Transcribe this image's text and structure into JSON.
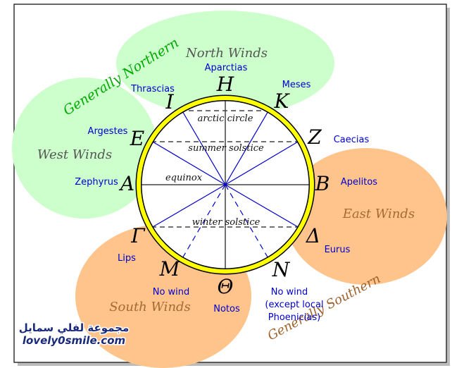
{
  "regions": {
    "north": "North Winds",
    "west": "West Winds",
    "east": "East Winds",
    "south": "South Winds",
    "generally_northern": "Generally Northern",
    "generally_southern": "Generally Southern"
  },
  "circle_lines": {
    "arctic": "arctic circle",
    "summer": "summer solstice",
    "equinox": "equinox",
    "winter": "winter solstice"
  },
  "letters": {
    "H": "H",
    "I": "I",
    "K": "K",
    "E": "E",
    "Z": "Z",
    "A": "A",
    "B": "B",
    "Gamma": "Γ",
    "Delta": "Δ",
    "M": "M",
    "N": "N",
    "Theta": "Θ"
  },
  "winds": {
    "aparctias": "Aparctias",
    "thrascias": "Thrascias",
    "meses": "Meses",
    "argestes": "Argestes",
    "caecias": "Caecias",
    "zephyrus": "Zephyrus",
    "apelitos": "Apelitos",
    "eurus": "Eurus",
    "lips": "Lips",
    "no_wind_m": "No wind",
    "notos": "Notos",
    "no_wind_n_1": "No wind",
    "no_wind_n_2": "(except local",
    "no_wind_n_3": "Phoenicias)"
  },
  "watermark": {
    "arabic": "مجموعة لفلي سمايل",
    "site": "lovely0smile.com"
  },
  "colors": {
    "green_region": "#ccffcc",
    "orange_region": "#ffc48c",
    "ring_yellow": "#ffff00",
    "wind_blue": "#0000cc",
    "northern_green": "#00aa00",
    "southern_brown": "#a0622d",
    "region_gray": "#555555",
    "east_south_brown": "#a66a2e"
  }
}
